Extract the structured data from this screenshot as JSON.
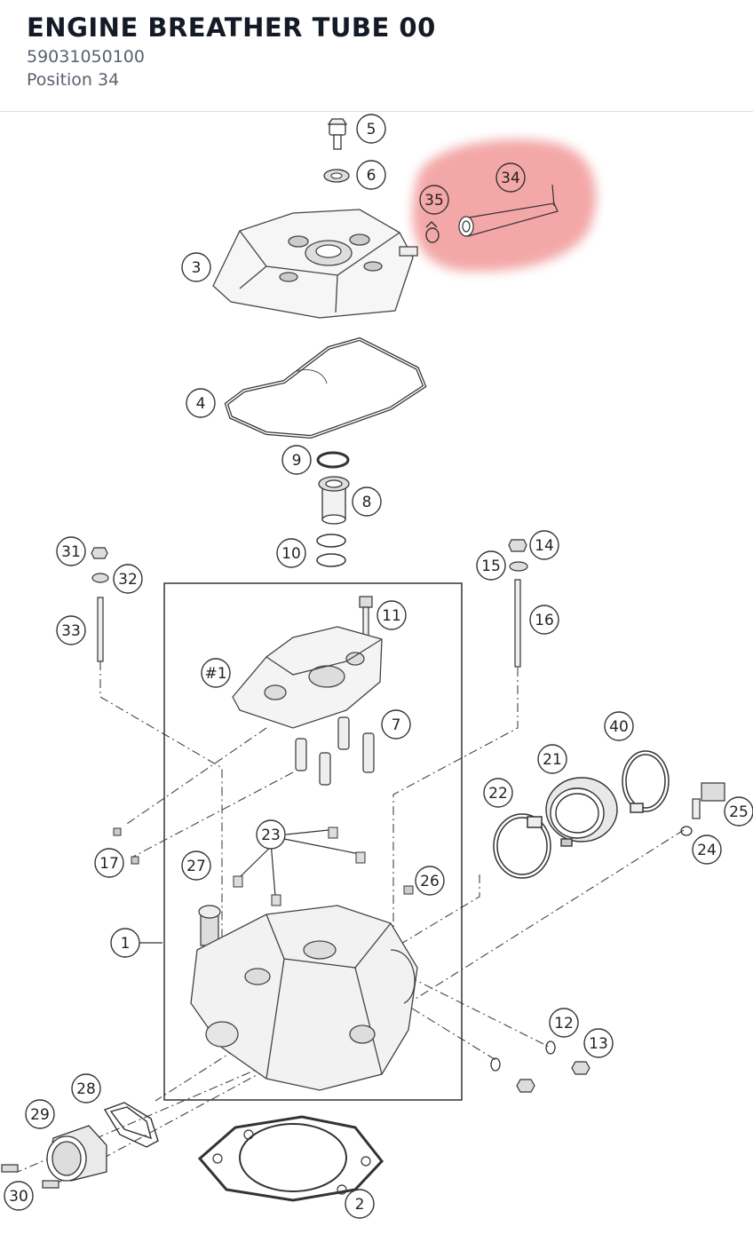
{
  "header": {
    "title": "ENGINE BREATHER TUBE 00",
    "part_number": "59031050100",
    "position": "Position 34"
  },
  "diagram": {
    "highlight_color": "#f08a8a",
    "highlighted_callouts": [
      "34",
      "35"
    ],
    "callouts": [
      "5",
      "6",
      "3",
      "34",
      "35",
      "4",
      "9",
      "8",
      "10",
      "31",
      "32",
      "33",
      "14",
      "15",
      "16",
      "11",
      "#1",
      "7",
      "40",
      "21",
      "22",
      "25",
      "24",
      "17",
      "23",
      "27",
      "26",
      "1",
      "12",
      "13",
      "28",
      "29",
      "30",
      "2"
    ]
  }
}
